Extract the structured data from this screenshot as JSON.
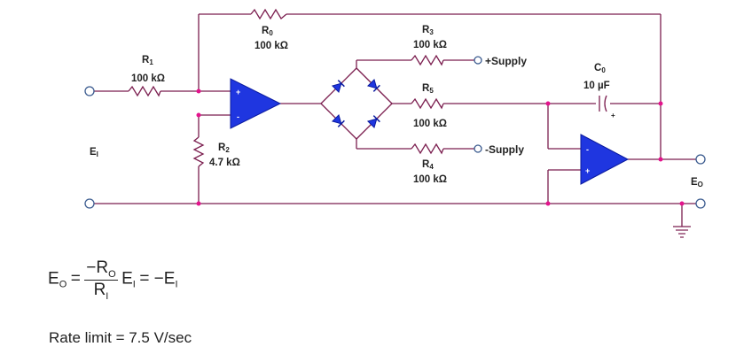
{
  "components": {
    "r0": {
      "name": "R",
      "sub": "0",
      "value": "100 kΩ"
    },
    "r1": {
      "name": "R",
      "sub": "1",
      "value": "100 kΩ"
    },
    "r2": {
      "name": "R",
      "sub": "2",
      "value": "4.7 kΩ"
    },
    "r3": {
      "name": "R",
      "sub": "3",
      "value": "100 kΩ"
    },
    "r4": {
      "name": "R",
      "sub": "4",
      "value": "100 kΩ"
    },
    "r5": {
      "name": "R",
      "sub": "5",
      "value": "100 kΩ"
    },
    "c0": {
      "name": "C",
      "sub": "0",
      "value": "10 µF"
    }
  },
  "supply": {
    "positive": "+Supply",
    "negative": "-Supply"
  },
  "terminals": {
    "input": {
      "name": "E",
      "sub": "I"
    },
    "output": {
      "name": "E",
      "sub": "O"
    }
  },
  "opamp_pins": {
    "plus": "+",
    "minus": "-"
  },
  "capacitor_polarity": "+",
  "equation": {
    "lhs": "E",
    "lhs_sub": "O",
    "equals": "=",
    "numerator": "−R",
    "numerator_sub": "O",
    "denominator": "R",
    "denominator_sub": "I",
    "factor": "E",
    "factor_sub": "I",
    "rhs": "= −E",
    "rhs_sub": "I"
  },
  "rate_limit": "Rate limit = 7.5 V/sec",
  "colors": {
    "wire": "#7b1e4f",
    "node": "#e3138c",
    "opamp": "#1f36e0",
    "terminal": "#3b5b8f"
  }
}
